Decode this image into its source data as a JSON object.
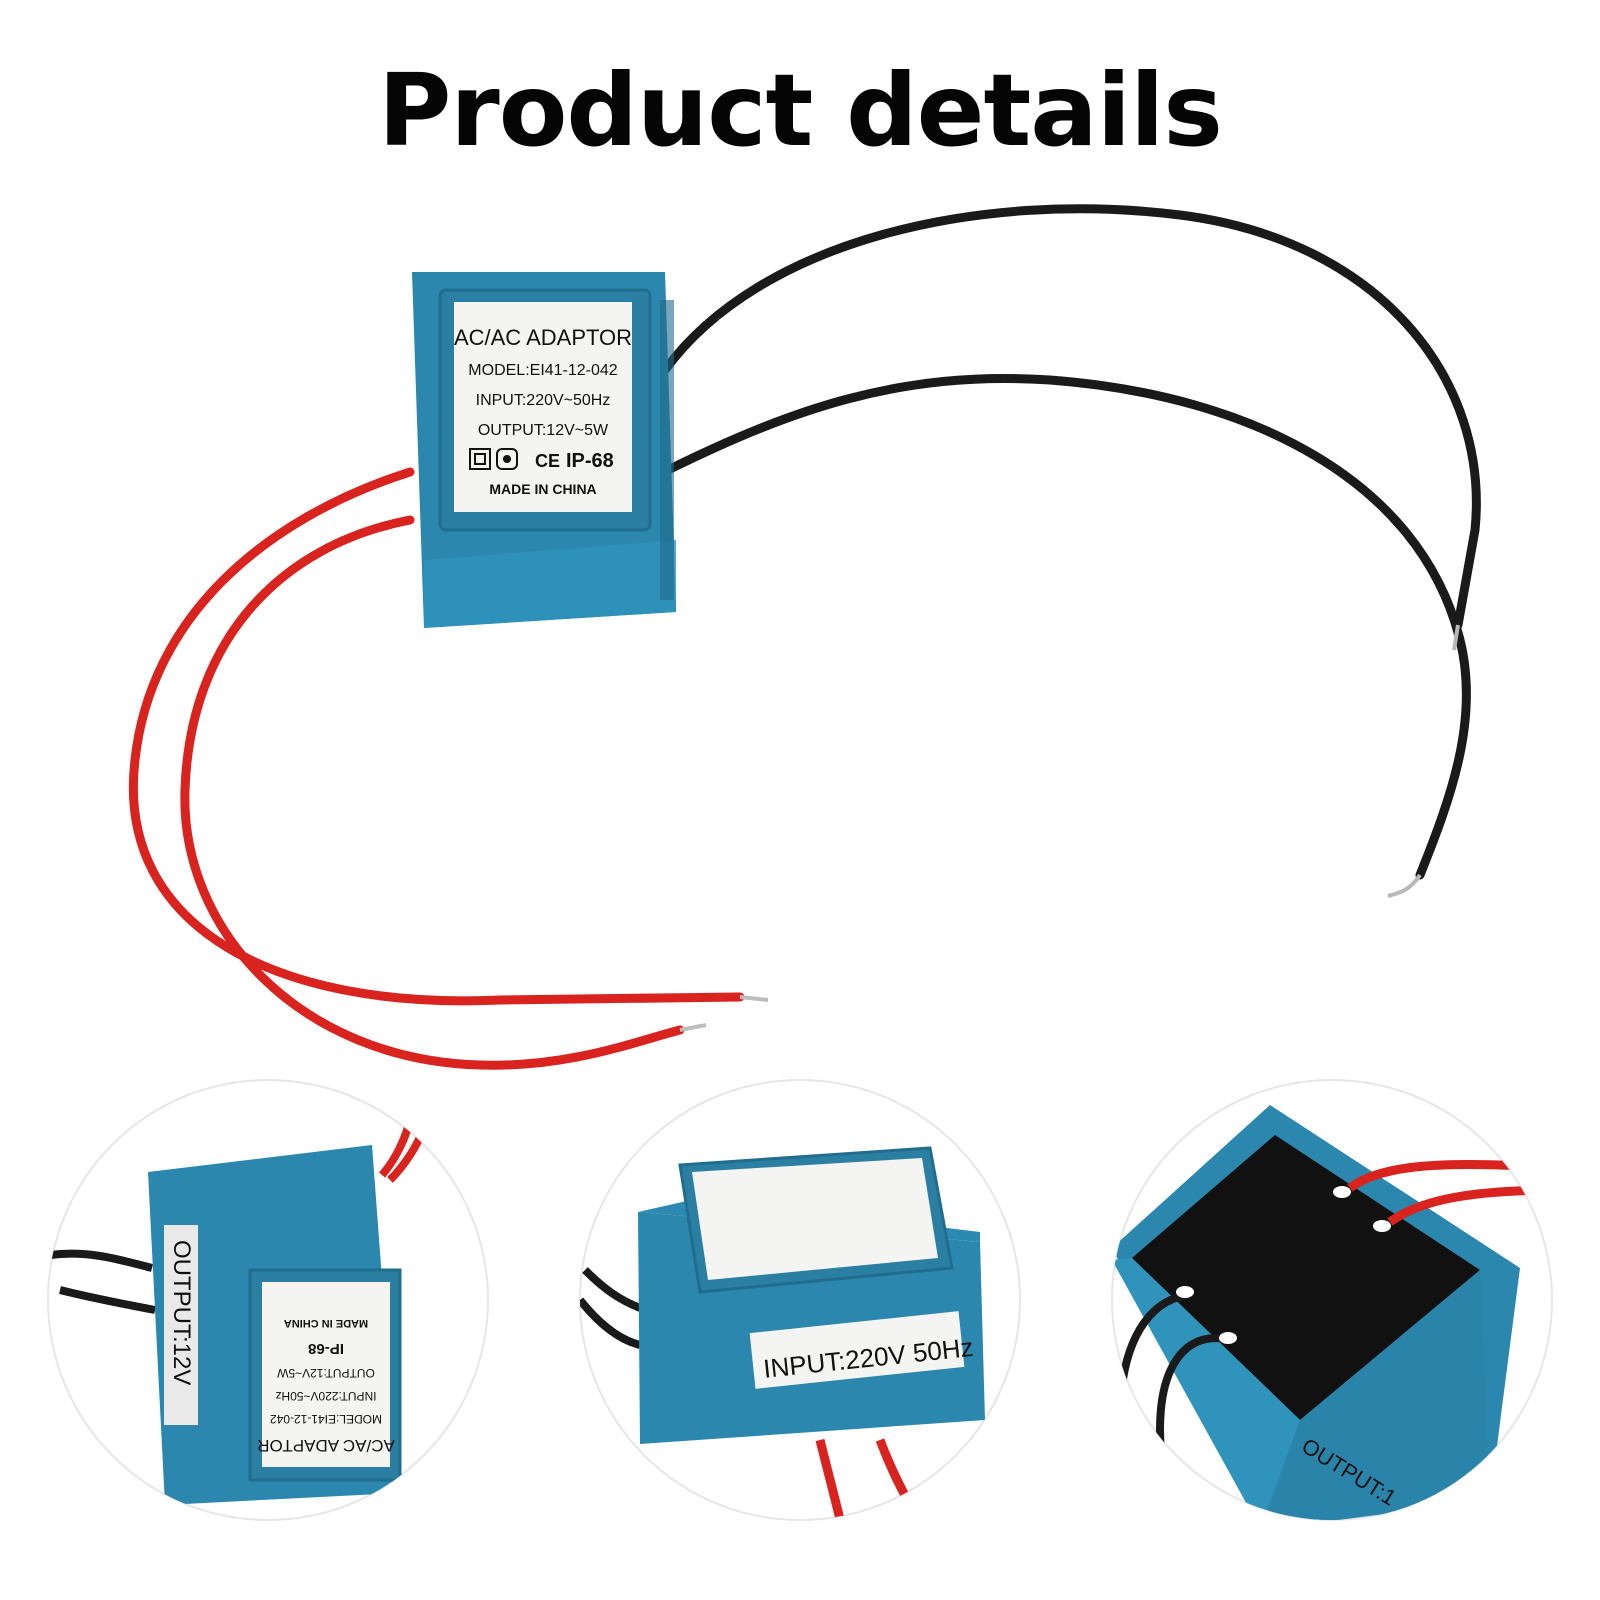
{
  "page": {
    "title": "Product details"
  },
  "label": {
    "title": "AC/AC ADAPTOR",
    "model": "MODEL:EI41-12-042",
    "input": "INPUT:220V~50Hz",
    "output": "OUTPUT:12V~5W",
    "cert": "IP-68",
    "ce": "CE",
    "origin": "MADE IN CHINA"
  },
  "detail_views": {
    "left": {
      "side_text": "OUTPUT:12V"
    },
    "middle": {
      "side_text": "INPUT:220V 50Hz"
    },
    "right": {
      "side_text": "OUTPUT:1"
    }
  },
  "colors": {
    "housing": "#2b87ad",
    "housing_dark": "#1f6a8c",
    "wire_red": "#d8231f",
    "wire_black": "#1a1a1a",
    "label_bg": "#f4f4f2"
  }
}
